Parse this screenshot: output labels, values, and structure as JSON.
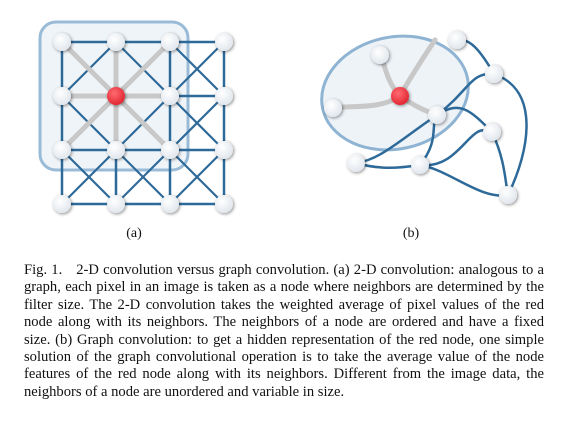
{
  "figure": {
    "label_a": "(a)",
    "label_b": "(b)",
    "colors": {
      "edge_blue": "#2e6a99",
      "edge_gray": "#c8c8c8",
      "node_fill": "#f4f6f9",
      "node_red": "#e8343f",
      "highlight_fill": "#eef3f8",
      "highlight_stroke": "#8fb4d3"
    }
  },
  "caption": {
    "fig_label": "Fig. 1.",
    "text": "2-D convolution versus graph convolution. (a) 2-D convolution: analogous to a graph, each pixel in an image is taken as a node where neighbors are determined by the filter size. The 2-D convolution takes the weighted average of pixel values of the red node along with its neighbors. The neighbors of a node are ordered and have a fixed size. (b) Graph convolution: to get a hidden representation of the red node, one simple solution of the graph convolutional operation is to take the average value of the node features of the red node along with its neighbors. Different from the image data, the neighbors of a node are unordered and variable in size."
  }
}
